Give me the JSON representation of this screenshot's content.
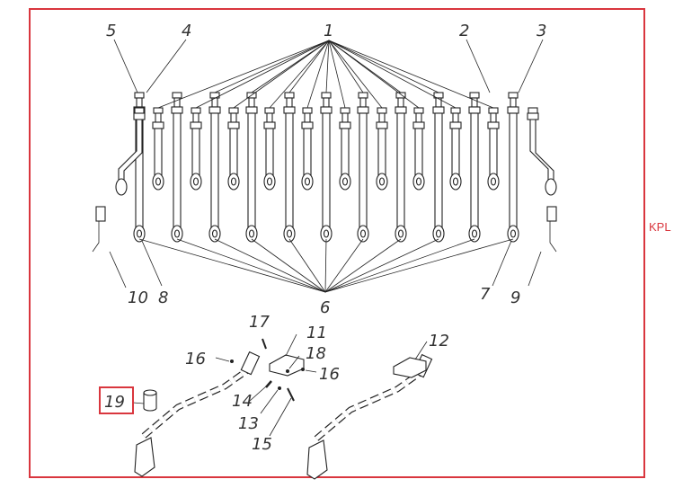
{
  "diagram": {
    "side_label": "KPL",
    "highlight_color": "#d9363e",
    "callouts": {
      "c1": "1",
      "c2": "2",
      "c3": "3",
      "c4": "4",
      "c5": "5",
      "c6": "6",
      "c7": "7",
      "c8": "8",
      "c9": "9",
      "c10": "10",
      "c11": "11",
      "c12": "12",
      "c13": "13",
      "c14": "14",
      "c15": "15",
      "c16a": "16",
      "c16b": "16",
      "c17": "17",
      "c18": "18",
      "c19": "19"
    }
  }
}
